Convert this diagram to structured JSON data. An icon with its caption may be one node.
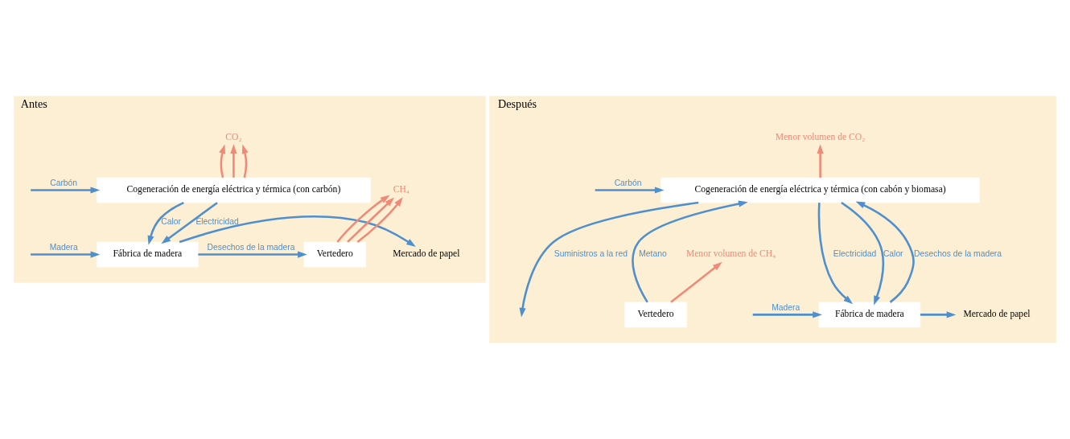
{
  "diagram": {
    "nodes": [
      {
        "text": [
          "Antes"
        ]
      },
      {
        "text": [
          "Después"
        ]
      },
      {
        "text": [
          "Cogeneración de energía eléctrica y térmica (con carbón)"
        ],
        "in": 0
      },
      {
        "text": [
          "Fábrica de madera"
        ],
        "in": 0
      },
      {
        "text": [
          "Vertedero"
        ],
        "in": 0
      },
      {
        "text": [
          "Mercado de papel"
        ],
        "in": 0
      },
      {
        "text": [
          "CO₂"
        ],
        "in": 0
      },
      {
        "text": [
          "CH₄"
        ],
        "in": 0
      },
      {
        "text": [
          "Cogeneración de energía eléctrica y térmica (con cabón y biomasa)"
        ],
        "in": 1
      },
      {
        "text": [
          "Fábrica de madera"
        ],
        "in": 1
      },
      {
        "text": [
          "Vertedero"
        ],
        "in": 1
      },
      {
        "text": [
          "Mercado de papel"
        ],
        "in": 1
      },
      {
        "text": [
          "Menor volumen de CO₂"
        ],
        "in": 1
      },
      {
        "text": [
          "Menor volumen de CH₄"
        ],
        "in": 1
      }
    ],
    "edges": [
      {
        "from": 2,
        "to": 6,
        "arrow": "to",
        "color": "#f08a78"
      },
      {
        "from": 2,
        "to": 6,
        "arrow": "to",
        "color": "#f08a78"
      },
      {
        "from": 2,
        "to": 6,
        "arrow": "to",
        "color": "#f08a78"
      },
      {
        "from": null,
        "to": 2,
        "label": "Carbón",
        "arrow": "to"
      },
      {
        "from": 2,
        "to": 3,
        "label": "Electricidad",
        "arrow": "to"
      },
      {
        "from": 2,
        "to": 3,
        "label": "Calor",
        "arrow": "to"
      },
      {
        "from": null,
        "to": 3,
        "label": "Madera",
        "arrow": "to"
      },
      {
        "from": 3,
        "to": 4,
        "label": "Desechos de la madera",
        "arrow": "to"
      },
      {
        "from": 3,
        "to": 5,
        "arrow": "to"
      },
      {
        "from": 4,
        "to": 7,
        "arrow": "to",
        "color": "#f08a78"
      },
      {
        "from": 4,
        "to": 7,
        "arrow": "to",
        "color": "#f08a78"
      },
      {
        "from": 4,
        "to": 7,
        "arrow": "to",
        "color": "#f08a78"
      },
      {
        "from": 8,
        "to": 12,
        "arrow": "to",
        "color": "#f08a78"
      },
      {
        "from": 8,
        "to": null,
        "label": "Suministros a la red",
        "arrow": "to"
      },
      {
        "from": 8,
        "to": 9,
        "label": "Electricidad",
        "arrow": "to"
      },
      {
        "from": 8,
        "to": 9,
        "label": "Calor",
        "arrow": "to"
      },
      {
        "from": null,
        "to": 8,
        "label": "Carbón",
        "arrow": "to"
      },
      {
        "from": null,
        "to": 9,
        "label": "Madera",
        "arrow": "to"
      },
      {
        "from": 9,
        "to": 11,
        "arrow": "to"
      },
      {
        "from": 9,
        "to": 8,
        "label": "Desechos de la madera",
        "arrow": "to"
      },
      {
        "from": 10,
        "to": 8,
        "label": "Metano",
        "arrow": "to"
      },
      {
        "from": 10,
        "to": 13,
        "arrow": "to",
        "color": "#f08a78"
      }
    ]
  }
}
